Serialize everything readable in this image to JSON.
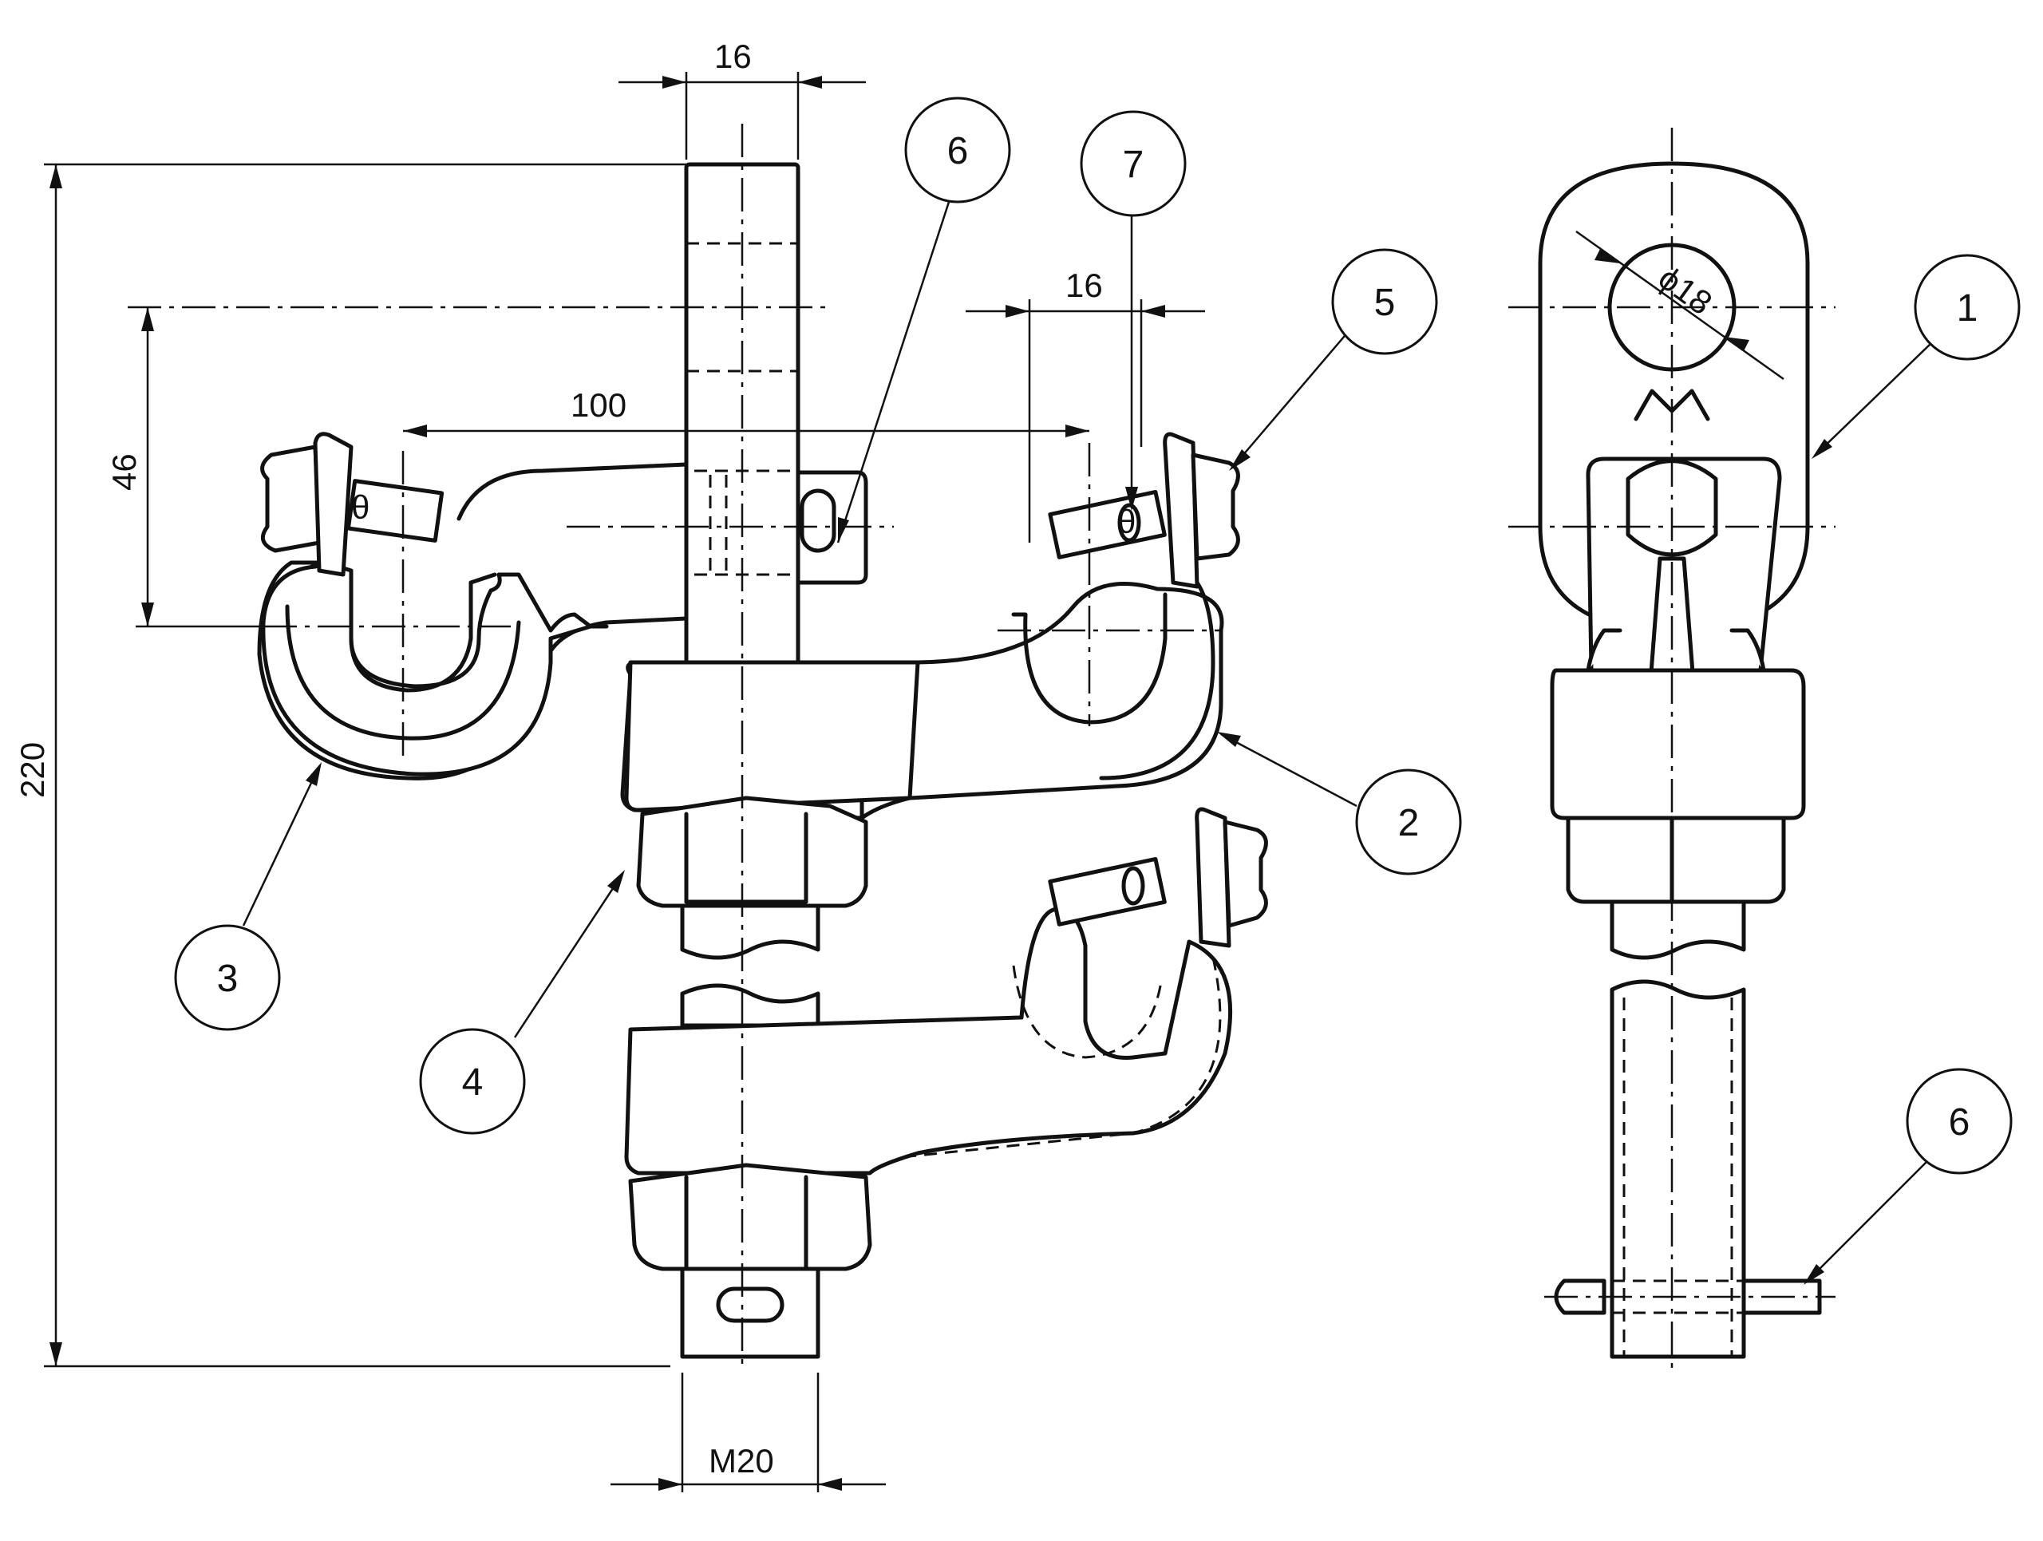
{
  "dimensions": {
    "top_width": "16",
    "pin_spacing": "16",
    "hook_spacing": "100",
    "hook_height": "46",
    "overall_height": "220",
    "thread": "M20",
    "eye_diameter": "ϕ18"
  },
  "balloons": {
    "b1": "1",
    "b2": "2",
    "b3": "3",
    "b4": "4",
    "b5": "5",
    "b6a": "6",
    "b6b": "6",
    "b7": "7"
  },
  "marks": {
    "pin_left": "θ",
    "pin_right": "θ"
  }
}
